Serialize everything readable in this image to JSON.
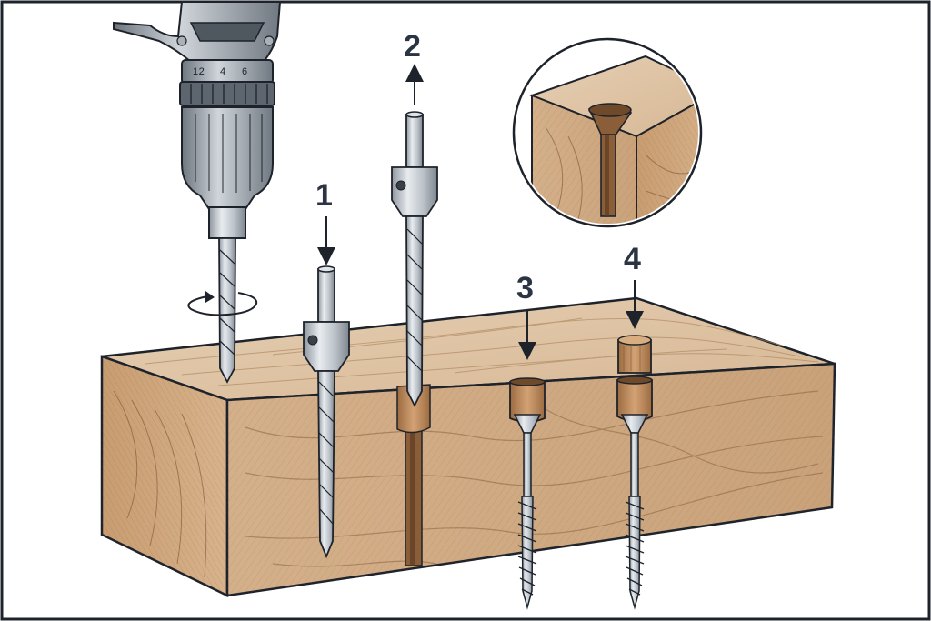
{
  "steps": [
    {
      "number": "1"
    },
    {
      "number": "2"
    },
    {
      "number": "3"
    },
    {
      "number": "4"
    }
  ],
  "chuck_markings": {
    "a": "12",
    "b": "4",
    "c": "6"
  },
  "colors": {
    "wood_light": "#dcbfa0",
    "wood_mid": "#c79f78",
    "wood_dark": "#8b6440",
    "steel": "#c9ced4",
    "steel_dark": "#6f7780",
    "ink": "#1e232b",
    "label": "#2b3442",
    "plug": "#b88555"
  }
}
